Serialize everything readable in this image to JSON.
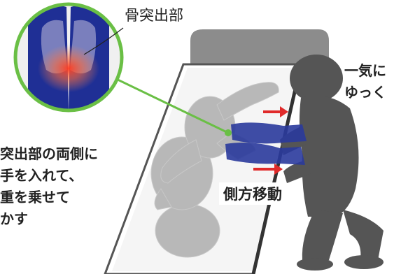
{
  "callout_label": "骨突出部",
  "right_note": [
    "一気に",
    "ゆっく"
  ],
  "left_note": [
    "突出部の両側に",
    "手を入れて、",
    "重を乗せて",
    "かす"
  ],
  "move_label": "側方移動",
  "colors": {
    "accent_green": "#6abf45",
    "glove_blue": "#2a3a9c",
    "arrow_red": "#e02a2a",
    "patient_gray": "#b8b8b8",
    "caregiver_gray": "#555555",
    "bed_white": "#f7f7f7",
    "headboard_gray": "#8c8c8c"
  }
}
